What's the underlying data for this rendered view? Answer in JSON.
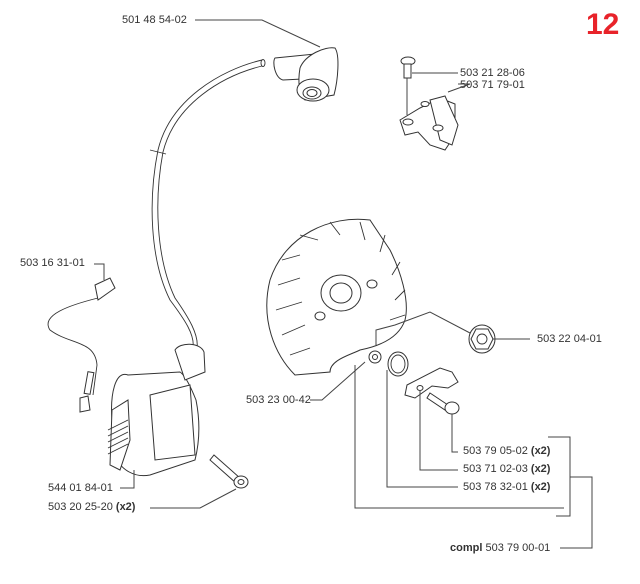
{
  "page_number": "12",
  "accent_color": "#e8232a",
  "parts": {
    "spark_plug_cap": {
      "part_no": "501 48 54-02",
      "qty": ""
    },
    "screw_top": {
      "part_no": "503 21 28-06",
      "qty": ""
    },
    "bracket": {
      "part_no": "503 71 79-01",
      "qty": ""
    },
    "cable_terminal": {
      "part_no": "503 16 31-01",
      "qty": ""
    },
    "flywheel_nut": {
      "part_no": "503 22 04-01",
      "qty": ""
    },
    "washer": {
      "part_no": "503 23 00-42",
      "qty": ""
    },
    "pawl_pin": {
      "part_no": "503 79 05-02",
      "qty": "(x2)"
    },
    "pawl": {
      "part_no": "503 71 02-03",
      "qty": "(x2)"
    },
    "spring": {
      "part_no": "503 78 32-01",
      "qty": "(x2)"
    },
    "ignition_module": {
      "part_no": "544 01 84-01",
      "qty": ""
    },
    "module_screw": {
      "part_no": "503 20 25-20",
      "qty": "(x2)"
    },
    "flywheel_complete": {
      "prefix": "compl",
      "part_no": "503 79 00-01"
    }
  }
}
